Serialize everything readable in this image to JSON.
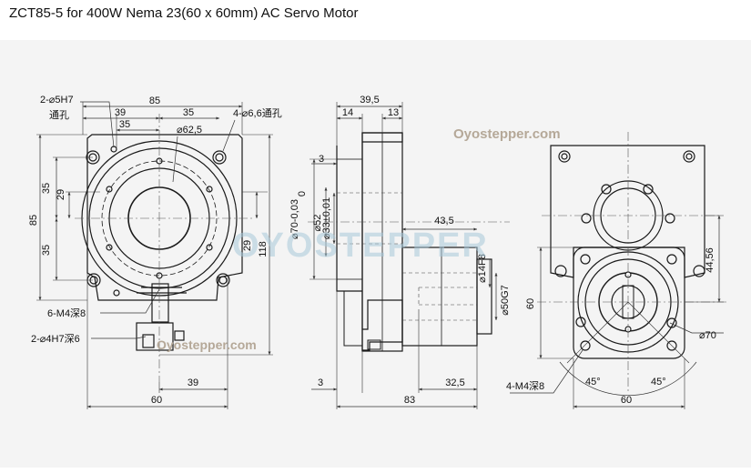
{
  "title": "ZCT85-5 for 400W Nema 23(60 x 60mm) AC Servo Motor",
  "watermarks": {
    "top_right": "Oyostepper.com",
    "center": "OYOSTEPPER",
    "bottom_left": "Oyostepper.com"
  },
  "colors": {
    "line": "#1a1a1a",
    "dim": "#333333",
    "watermark": "#a8c9d8",
    "watermark_text": "#b5a898"
  },
  "front_view": {
    "note_hole_1": "2-⌀5H7",
    "note_hole_2": "通孔",
    "dim_top_total": "85",
    "dim_top_39": "39",
    "dim_top_35a": "35",
    "dim_top_35b": "35",
    "dim_pcd": "⌀62,5",
    "note_thru_hole": "4-⌀6,6通孔",
    "dim_left_85": "85",
    "dim_left_35a": "35",
    "dim_left_29": "29",
    "dim_left_35b": "35",
    "dim_right_29": "29",
    "dim_right_118": "118",
    "note_m4": "6-M4深8",
    "note_pin": "2-⌀4H7深6",
    "dim_bottom_39": "39",
    "dim_bottom_60": "60"
  },
  "side_view": {
    "dim_39_5": "39,5",
    "dim_14": "14",
    "dim_13": "13",
    "dim_3_top": "3",
    "dim_0": "0",
    "dim_d70": "⌀70-0,03",
    "dim_d52": "⌀52",
    "dim_d33": "⌀33±0,01",
    "dim_43_5": "43,5",
    "dim_d14": "⌀14F8",
    "dim_d50": "⌀50G7",
    "dim_3_bottom": "3",
    "dim_32_5": "32,5",
    "dim_83": "83"
  },
  "flange_view": {
    "dim_44_56": "44,56",
    "dim_60_left": "60",
    "dim_d70": "⌀70",
    "note_m4": "4-M4深8",
    "angle_1": "45°",
    "angle_2": "45°",
    "dim_60_bottom": "60"
  }
}
